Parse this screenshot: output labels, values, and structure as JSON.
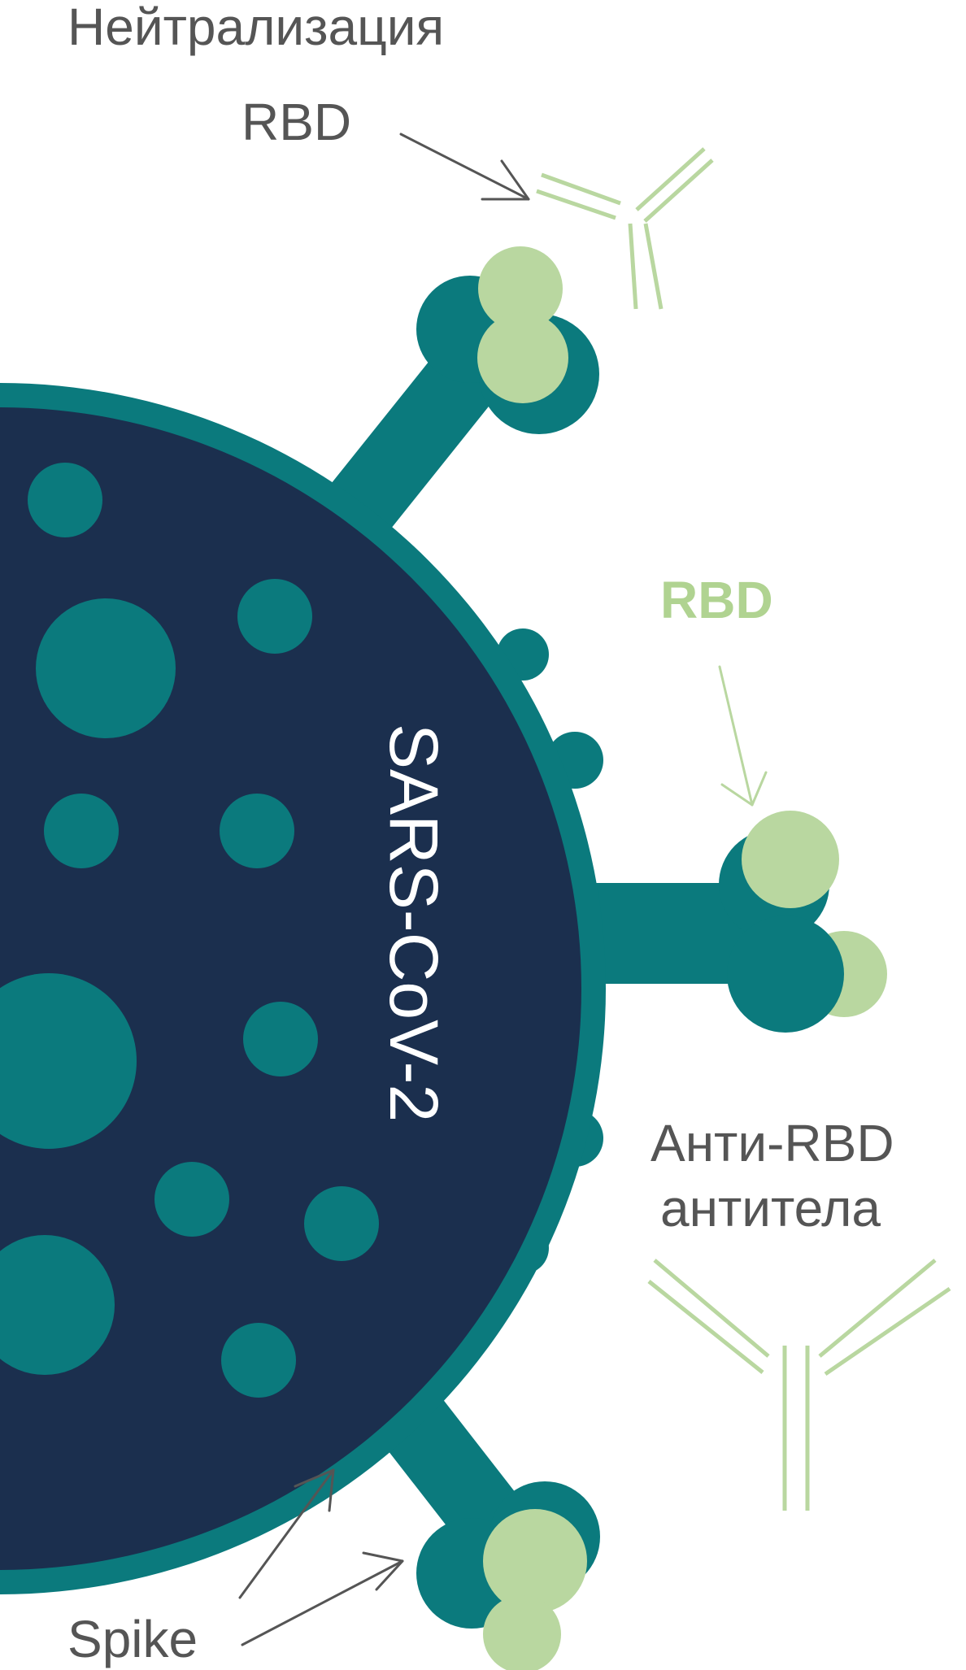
{
  "labels": {
    "neutralization": "Нейтрализация",
    "rbd_top": "RBD",
    "rbd_green": "RBD",
    "virus_name": "SARS-CoV-2",
    "anti_rbd_line1": "Анти-RBD",
    "anti_rbd_line2": "антитела",
    "spike": "Spike"
  },
  "colors": {
    "virus_body": "#1b2f4e",
    "teal": "#0b7a7d",
    "rbd_green": "#b9d7a0",
    "antibody_green": "#b9d7a0",
    "label_gray": "#555555",
    "rbd_label_green": "#b0d391"
  }
}
